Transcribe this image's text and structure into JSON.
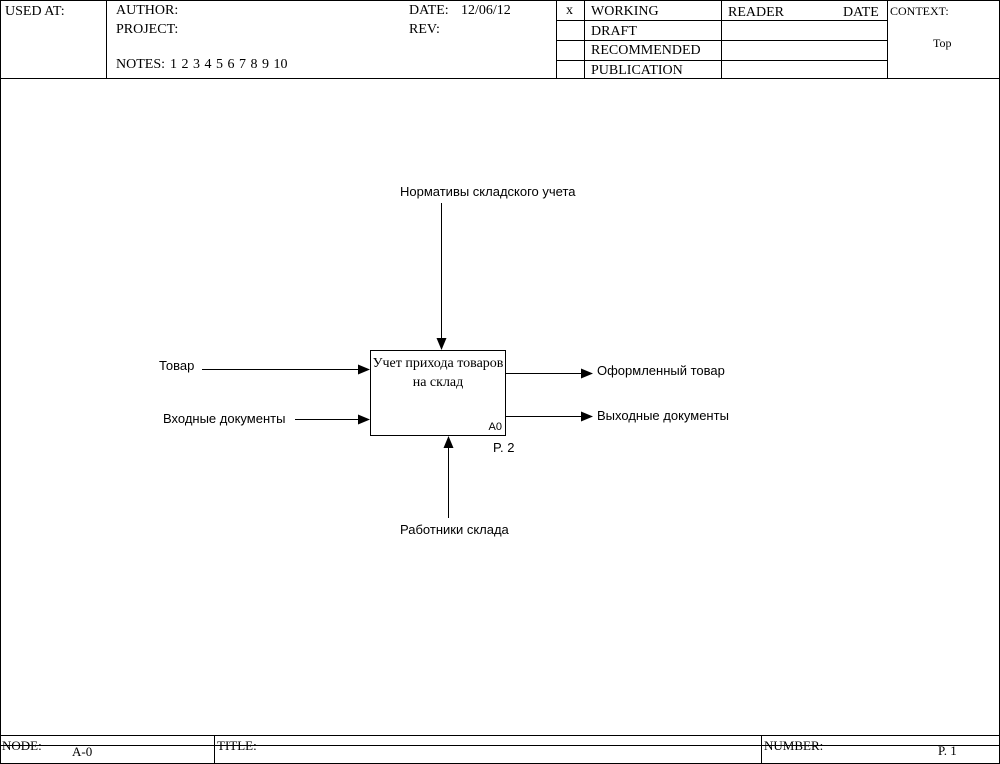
{
  "header": {
    "used_at_label": "USED AT:",
    "author_label": "AUTHOR:",
    "project_label": "PROJECT:",
    "notes_label": "NOTES:",
    "notes_numbers": "1  2  3  4  5  6  7  8  9  10",
    "date_label": "DATE:",
    "date_value": "12/06/12",
    "rev_label": "REV:",
    "status_mark": "x",
    "status_working": "WORKING",
    "status_draft": "DRAFT",
    "status_recommended": "RECOMMENDED",
    "status_publication": "PUBLICATION",
    "reader_label": "READER",
    "reader_date_label": "DATE",
    "context_label": "CONTEXT:",
    "context_value": "Top"
  },
  "diagram": {
    "activity_title": "Учет прихода товаров на склад",
    "activity_number": "A0",
    "activity_ref": "P. 2",
    "control_label": "Нормативы складского учета",
    "input_1_label": "Товар",
    "input_2_label": "Входные документы",
    "output_1_label": "Оформленный товар",
    "output_2_label": "Выходные документы",
    "mechanism_label": "Работники склада"
  },
  "footer": {
    "node_label": "NODE:",
    "node_value": "A-0",
    "title_label": "TITLE:",
    "number_label": "NUMBER:",
    "page_value": "P. 1"
  }
}
